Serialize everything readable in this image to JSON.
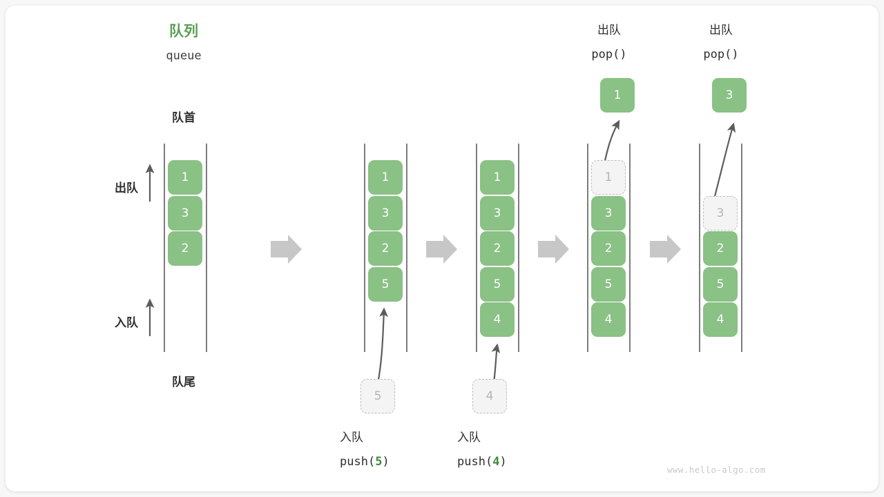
{
  "diagram": {
    "title_cn": "队列",
    "title_en": "queue",
    "front_label": "队首",
    "rear_label": "队尾",
    "dequeue_label": "出队",
    "enqueue_label": "入队",
    "watermark": "www.hello-algo.com",
    "colors": {
      "accent_green": "#8ac185",
      "title_green": "#5a9e53",
      "code_green": "#3d8b37",
      "ghost_fill": "#f4f4f4",
      "ghost_border": "#bdbdbd",
      "ghost_text": "#b4b4b4",
      "rail": "#5c5c5c",
      "arrow_gray": "#5c5c5c",
      "step_arrow": "#c7c7c7",
      "text": "#2f2f2f",
      "watermark": "#c9c9c9"
    }
  },
  "steps": [
    {
      "id": "initial",
      "caption_cn": "",
      "caption_code": "",
      "header_cn": "队首",
      "cells": [
        {
          "value": "1",
          "state": "filled"
        },
        {
          "value": "3",
          "state": "filled"
        },
        {
          "value": "2",
          "state": "filled"
        }
      ]
    },
    {
      "id": "push-5",
      "caption_cn": "入队",
      "caption_code": "push(5)",
      "caption_arg": "5",
      "incoming": {
        "value": "5",
        "state": "ghost"
      },
      "cells": [
        {
          "value": "1",
          "state": "filled"
        },
        {
          "value": "3",
          "state": "filled"
        },
        {
          "value": "2",
          "state": "filled"
        },
        {
          "value": "5",
          "state": "filled"
        }
      ]
    },
    {
      "id": "push-4",
      "caption_cn": "入队",
      "caption_code": "push(4)",
      "caption_arg": "4",
      "incoming": {
        "value": "4",
        "state": "ghost"
      },
      "cells": [
        {
          "value": "1",
          "state": "filled"
        },
        {
          "value": "3",
          "state": "filled"
        },
        {
          "value": "2",
          "state": "filled"
        },
        {
          "value": "5",
          "state": "filled"
        },
        {
          "value": "4",
          "state": "filled"
        }
      ]
    },
    {
      "id": "pop-1",
      "header_cn": "出队",
      "header_code": "pop()",
      "popped": {
        "value": "1",
        "state": "filled"
      },
      "cells": [
        {
          "value": "1",
          "state": "ghost"
        },
        {
          "value": "3",
          "state": "filled"
        },
        {
          "value": "2",
          "state": "filled"
        },
        {
          "value": "5",
          "state": "filled"
        },
        {
          "value": "4",
          "state": "filled"
        }
      ]
    },
    {
      "id": "pop-3",
      "header_cn": "出队",
      "header_code": "pop()",
      "popped": {
        "value": "3",
        "state": "filled"
      },
      "cells": [
        {
          "value": "",
          "state": "empty"
        },
        {
          "value": "3",
          "state": "ghost"
        },
        {
          "value": "2",
          "state": "filled"
        },
        {
          "value": "5",
          "state": "filled"
        },
        {
          "value": "4",
          "state": "filled"
        }
      ]
    }
  ],
  "step_arrows": [
    "step-arrow-1",
    "step-arrow-2",
    "step-arrow-3",
    "step-arrow-4"
  ],
  "icons": {
    "up_arrow": "up-arrow-icon",
    "step_arrow": "right-block-arrow-icon",
    "curved_arrow": "curved-arrow-icon"
  }
}
